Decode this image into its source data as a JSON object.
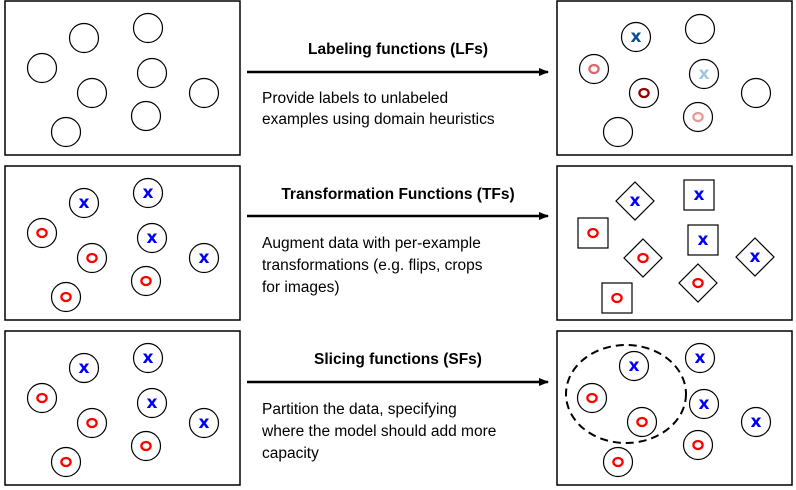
{
  "rows": [
    {
      "title": "Labeling functions (LFs)",
      "description": [
        "Provide labels to unlabeled",
        "examples using domain heuristics"
      ]
    },
    {
      "title": "Transformation Functions (TFs)",
      "description": [
        "Augment data with per-example",
        "transformations (e.g. flips, crops",
        "for images)"
      ]
    },
    {
      "title": "Slicing functions (SFs)",
      "description": [
        "Partition the data, specifying",
        "where the model should add more",
        "capacity"
      ]
    }
  ],
  "marker_labels": {
    "x": "x",
    "o": "o"
  },
  "colors": {
    "blue": "#0000ff",
    "red": "#ff0000",
    "dark_blue": "#0b4f91",
    "light_blue": "#9fc5e8",
    "dark_red": "#990000",
    "salmon": "#e06666",
    "pink": "#ea9999"
  }
}
